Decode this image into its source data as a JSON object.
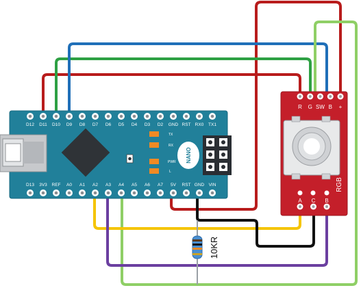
{
  "nano": {
    "top_pins": [
      "D12",
      "D11",
      "D10",
      "D9",
      "D8",
      "D7",
      "D6",
      "D5",
      "D4",
      "D3",
      "D2",
      "GND",
      "RST",
      "RX0",
      "TX1"
    ],
    "bottom_pins": [
      "D13",
      "3V3",
      "REF",
      "A0",
      "A1",
      "A2",
      "A3",
      "A4",
      "A5",
      "A6",
      "A7",
      "5V",
      "RST",
      "GND",
      "VIN"
    ],
    "board_label": "NANO",
    "led_labels": [
      "TX",
      "RX",
      "PWR",
      "L"
    ]
  },
  "encoder": {
    "top_pins": [
      "R",
      "G",
      "SW",
      "B",
      "+"
    ],
    "bottom_pins": [
      "A",
      "C",
      "B"
    ],
    "label": "RGB"
  },
  "resistor": {
    "label": "10KR"
  },
  "colors": {
    "board": "#21809a",
    "encoder_board": "#c41f2a",
    "wire_red": "#b81c1c",
    "wire_blue": "#1f6fb8",
    "wire_green_dark": "#2ea043",
    "wire_green_light": "#8fcf66",
    "wire_yellow": "#f5c400",
    "wire_purple": "#6b3fa0",
    "wire_black": "#111111"
  }
}
